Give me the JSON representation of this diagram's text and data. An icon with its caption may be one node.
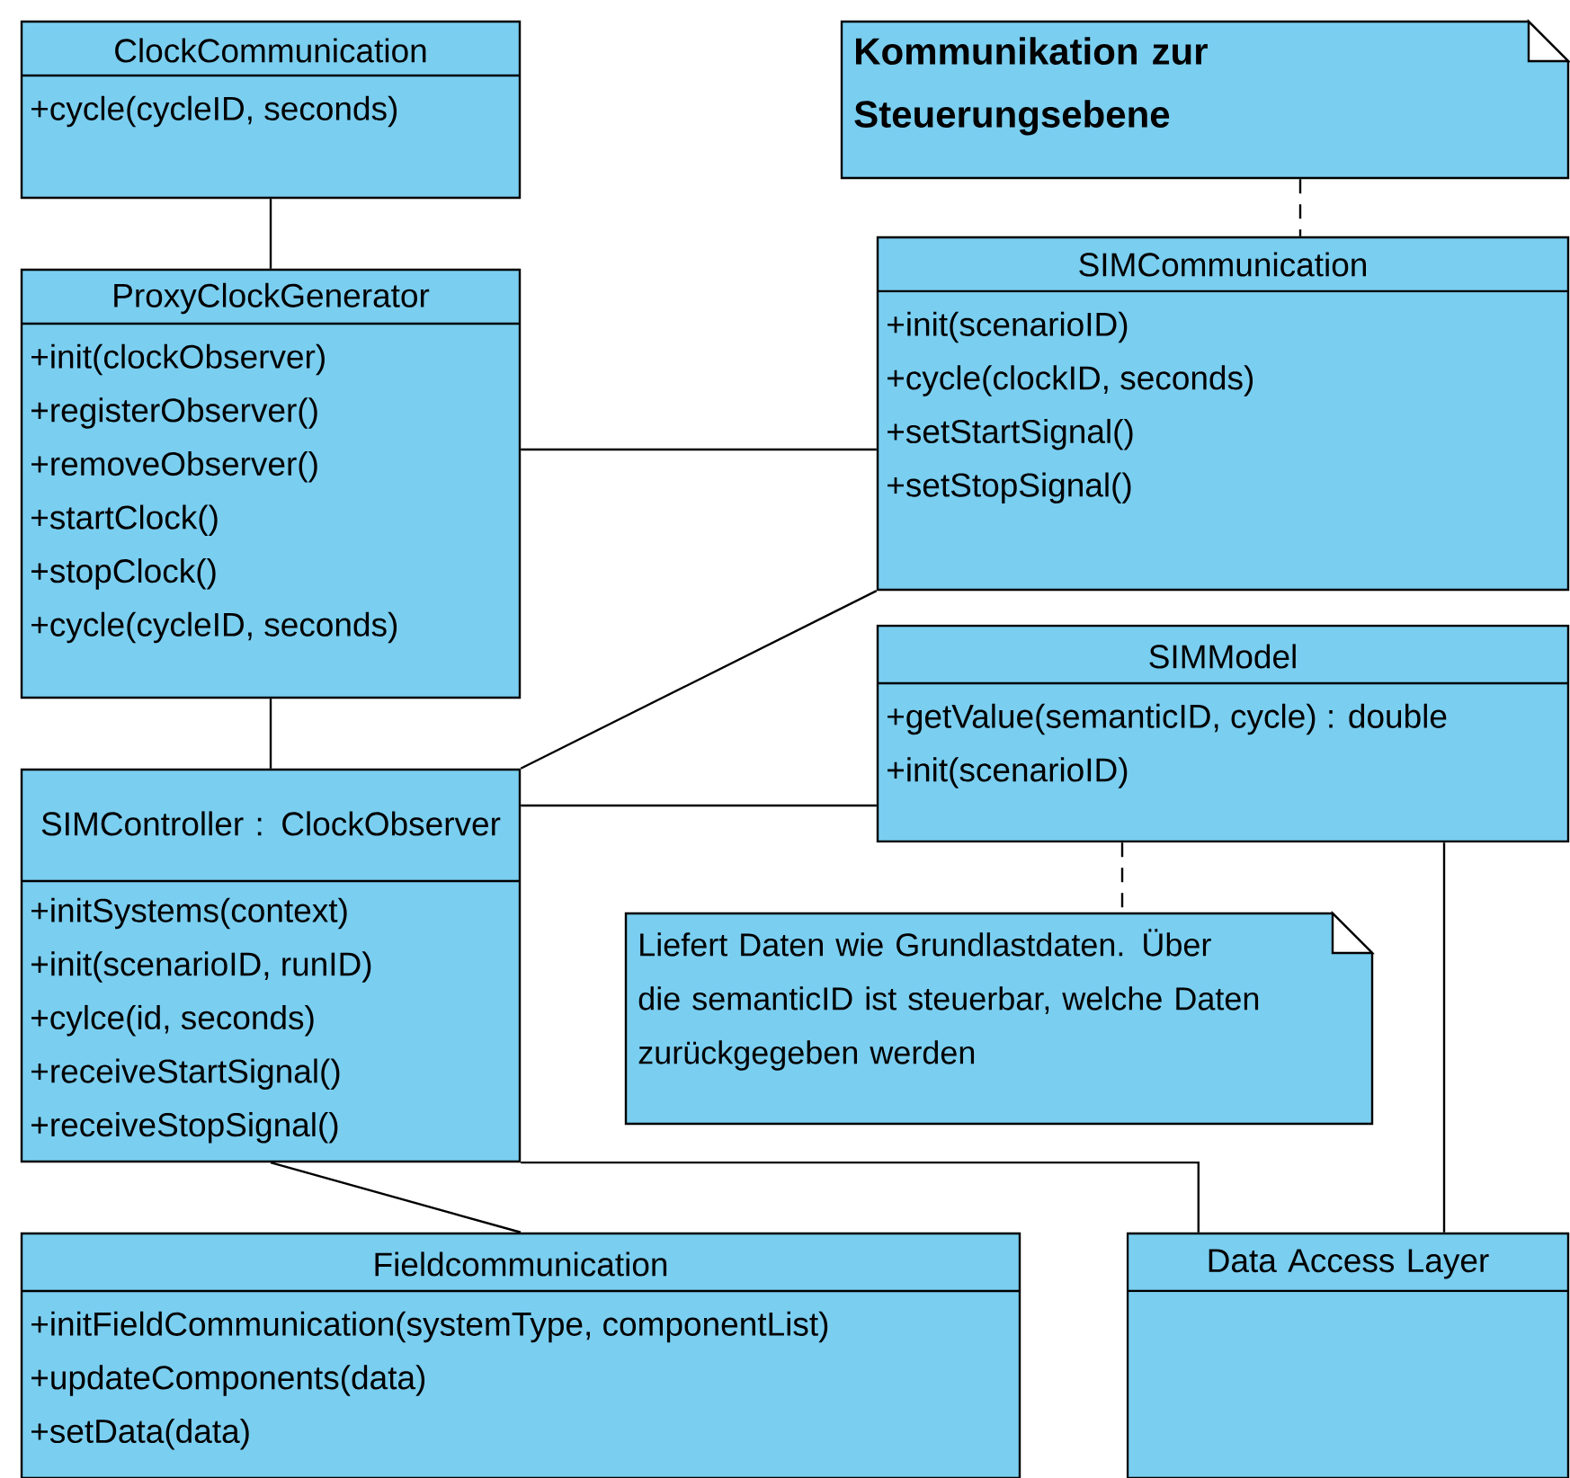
{
  "diagram": {
    "nodes": [
      {
        "text": [
          "ClockCommunication",
          "+cycle(cycleID, seconds)"
        ]
      },
      {
        "text": [
          "ProxyClockGenerator",
          "+init(clockObserver)",
          "+registerObserver()",
          "+removeObserver()",
          "+startClock()",
          "+stopClock()",
          "+cycle(cycleID, seconds)"
        ]
      },
      {
        "text": [
          "Kommunikation zur Steuerungsebene"
        ]
      },
      {
        "text": [
          "SIMCommunication",
          "+init(scenarioID)",
          "+cycle(clockID, seconds)",
          "+setStartSignal()",
          "+setStopSignal()"
        ]
      },
      {
        "text": [
          "SIMModel",
          "+getValue(semanticID, cycle) : double",
          "+init(scenarioID)"
        ]
      },
      {
        "text": [
          "SIMController : ClockObserver",
          "+initSystems(context)",
          "+init(scenarioID, runID)",
          "+cylce(id, seconds)",
          "+receiveStartSignal()",
          "+receiveStopSignal()"
        ]
      },
      {
        "text": [
          "Liefert Daten wie Grundlastdaten. Über die semanticID ist steuerbar, welche Daten zurückgegeben werden"
        ]
      },
      {
        "text": [
          "Fieldcommunication",
          "+initFieldCommunication(systemType, componentList)",
          "+updateComponents(data)",
          "+setData(data)"
        ]
      },
      {
        "text": [
          "Data Access Layer"
        ]
      }
    ],
    "edges": [
      {
        "from": 0,
        "to": 1,
        "arrow": "none"
      },
      {
        "from": 1,
        "to": 3,
        "arrow": "none"
      },
      {
        "from": 2,
        "to": 3,
        "arrow": "none",
        "style": "dashed"
      },
      {
        "from": 3,
        "to": 5,
        "arrow": "none"
      },
      {
        "from": 1,
        "to": 5,
        "arrow": "none"
      },
      {
        "from": 5,
        "to": 4,
        "arrow": "none"
      },
      {
        "from": 4,
        "to": 6,
        "arrow": "none",
        "style": "dashed"
      },
      {
        "from": 5,
        "to": 7,
        "arrow": "none"
      },
      {
        "from": 5,
        "to": 8,
        "arrow": "none"
      },
      {
        "from": 4,
        "to": 8,
        "arrow": "none"
      }
    ]
  }
}
